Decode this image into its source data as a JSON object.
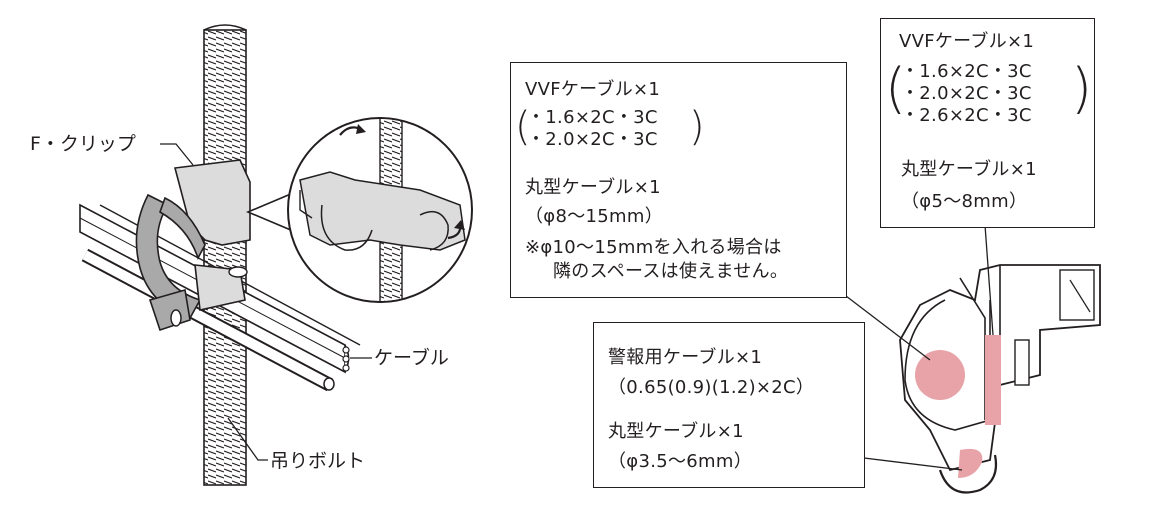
{
  "labels": {
    "f_clip": "F・クリップ",
    "cable": "ケーブル",
    "hanging_bolt": "吊りボルト"
  },
  "box1": {
    "line1": "VVFケーブル×1",
    "line2": "・1.6×2C・3C",
    "line3": "・2.0×2C・3C",
    "line4": "丸型ケーブル×1",
    "line5": "（φ8〜15mm）",
    "line6": "※φ10〜15mmを入れる場合は",
    "line7": "隣のスペースは使えません。"
  },
  "box2": {
    "line1": "VVFケーブル×1",
    "line2": "・1.6×2C・3C",
    "line3": "・2.0×2C・3C",
    "line4": "・2.6×2C・3C",
    "line5": "丸型ケーブル×1",
    "line6": "（φ5〜8mm）"
  },
  "box3": {
    "line1": "警報用ケーブル×1",
    "line2": "（0.65(0.9)(1.2)×2C）",
    "line3": "丸型ケーブル×1",
    "line4": "（φ3.5〜6mm）"
  },
  "colors": {
    "line": "#231f20",
    "fill_gray": "#a9a9a9",
    "fill_light": "#dcdcdc",
    "cable_highlight": "#e8a3a8"
  },
  "icons": [
    "rotate-arrow-icon"
  ]
}
